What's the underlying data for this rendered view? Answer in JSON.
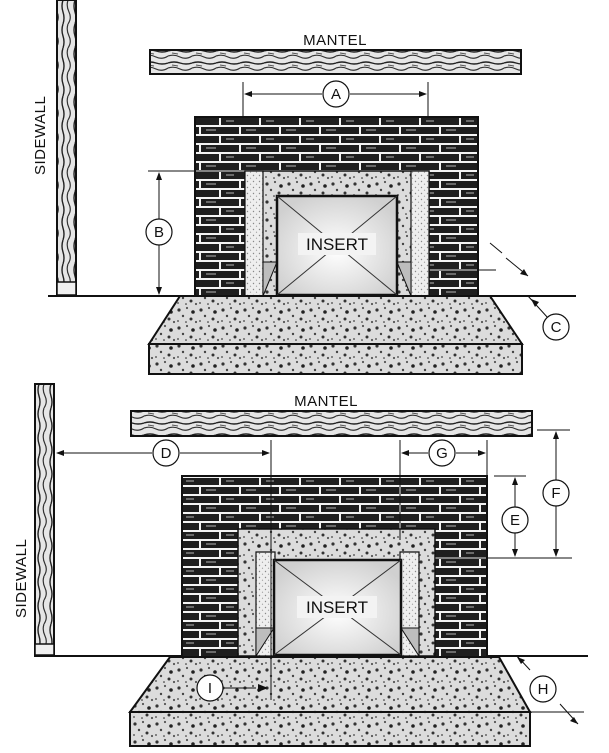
{
  "top_diagram": {
    "mantel_label": "MANTEL",
    "sidewall_label": "SIDEWALL",
    "insert_label": "INSERT",
    "dimension_a": "A",
    "dimension_b": "B",
    "dimension_c": "C"
  },
  "bottom_diagram": {
    "mantel_label": "MANTEL",
    "sidewall_label": "SIDEWALL",
    "insert_label": "INSERT",
    "dimension_d": "D",
    "dimension_e": "E",
    "dimension_f": "F",
    "dimension_g": "G",
    "dimension_h": "H",
    "dimension_i": "I"
  },
  "colors": {
    "ink": "#111111",
    "brick": "#1e1e1e",
    "mortar": "#f4f4f4",
    "hearth_stone": "#d8d8d8",
    "wood": "#2a2a2a",
    "background": "#ffffff"
  }
}
